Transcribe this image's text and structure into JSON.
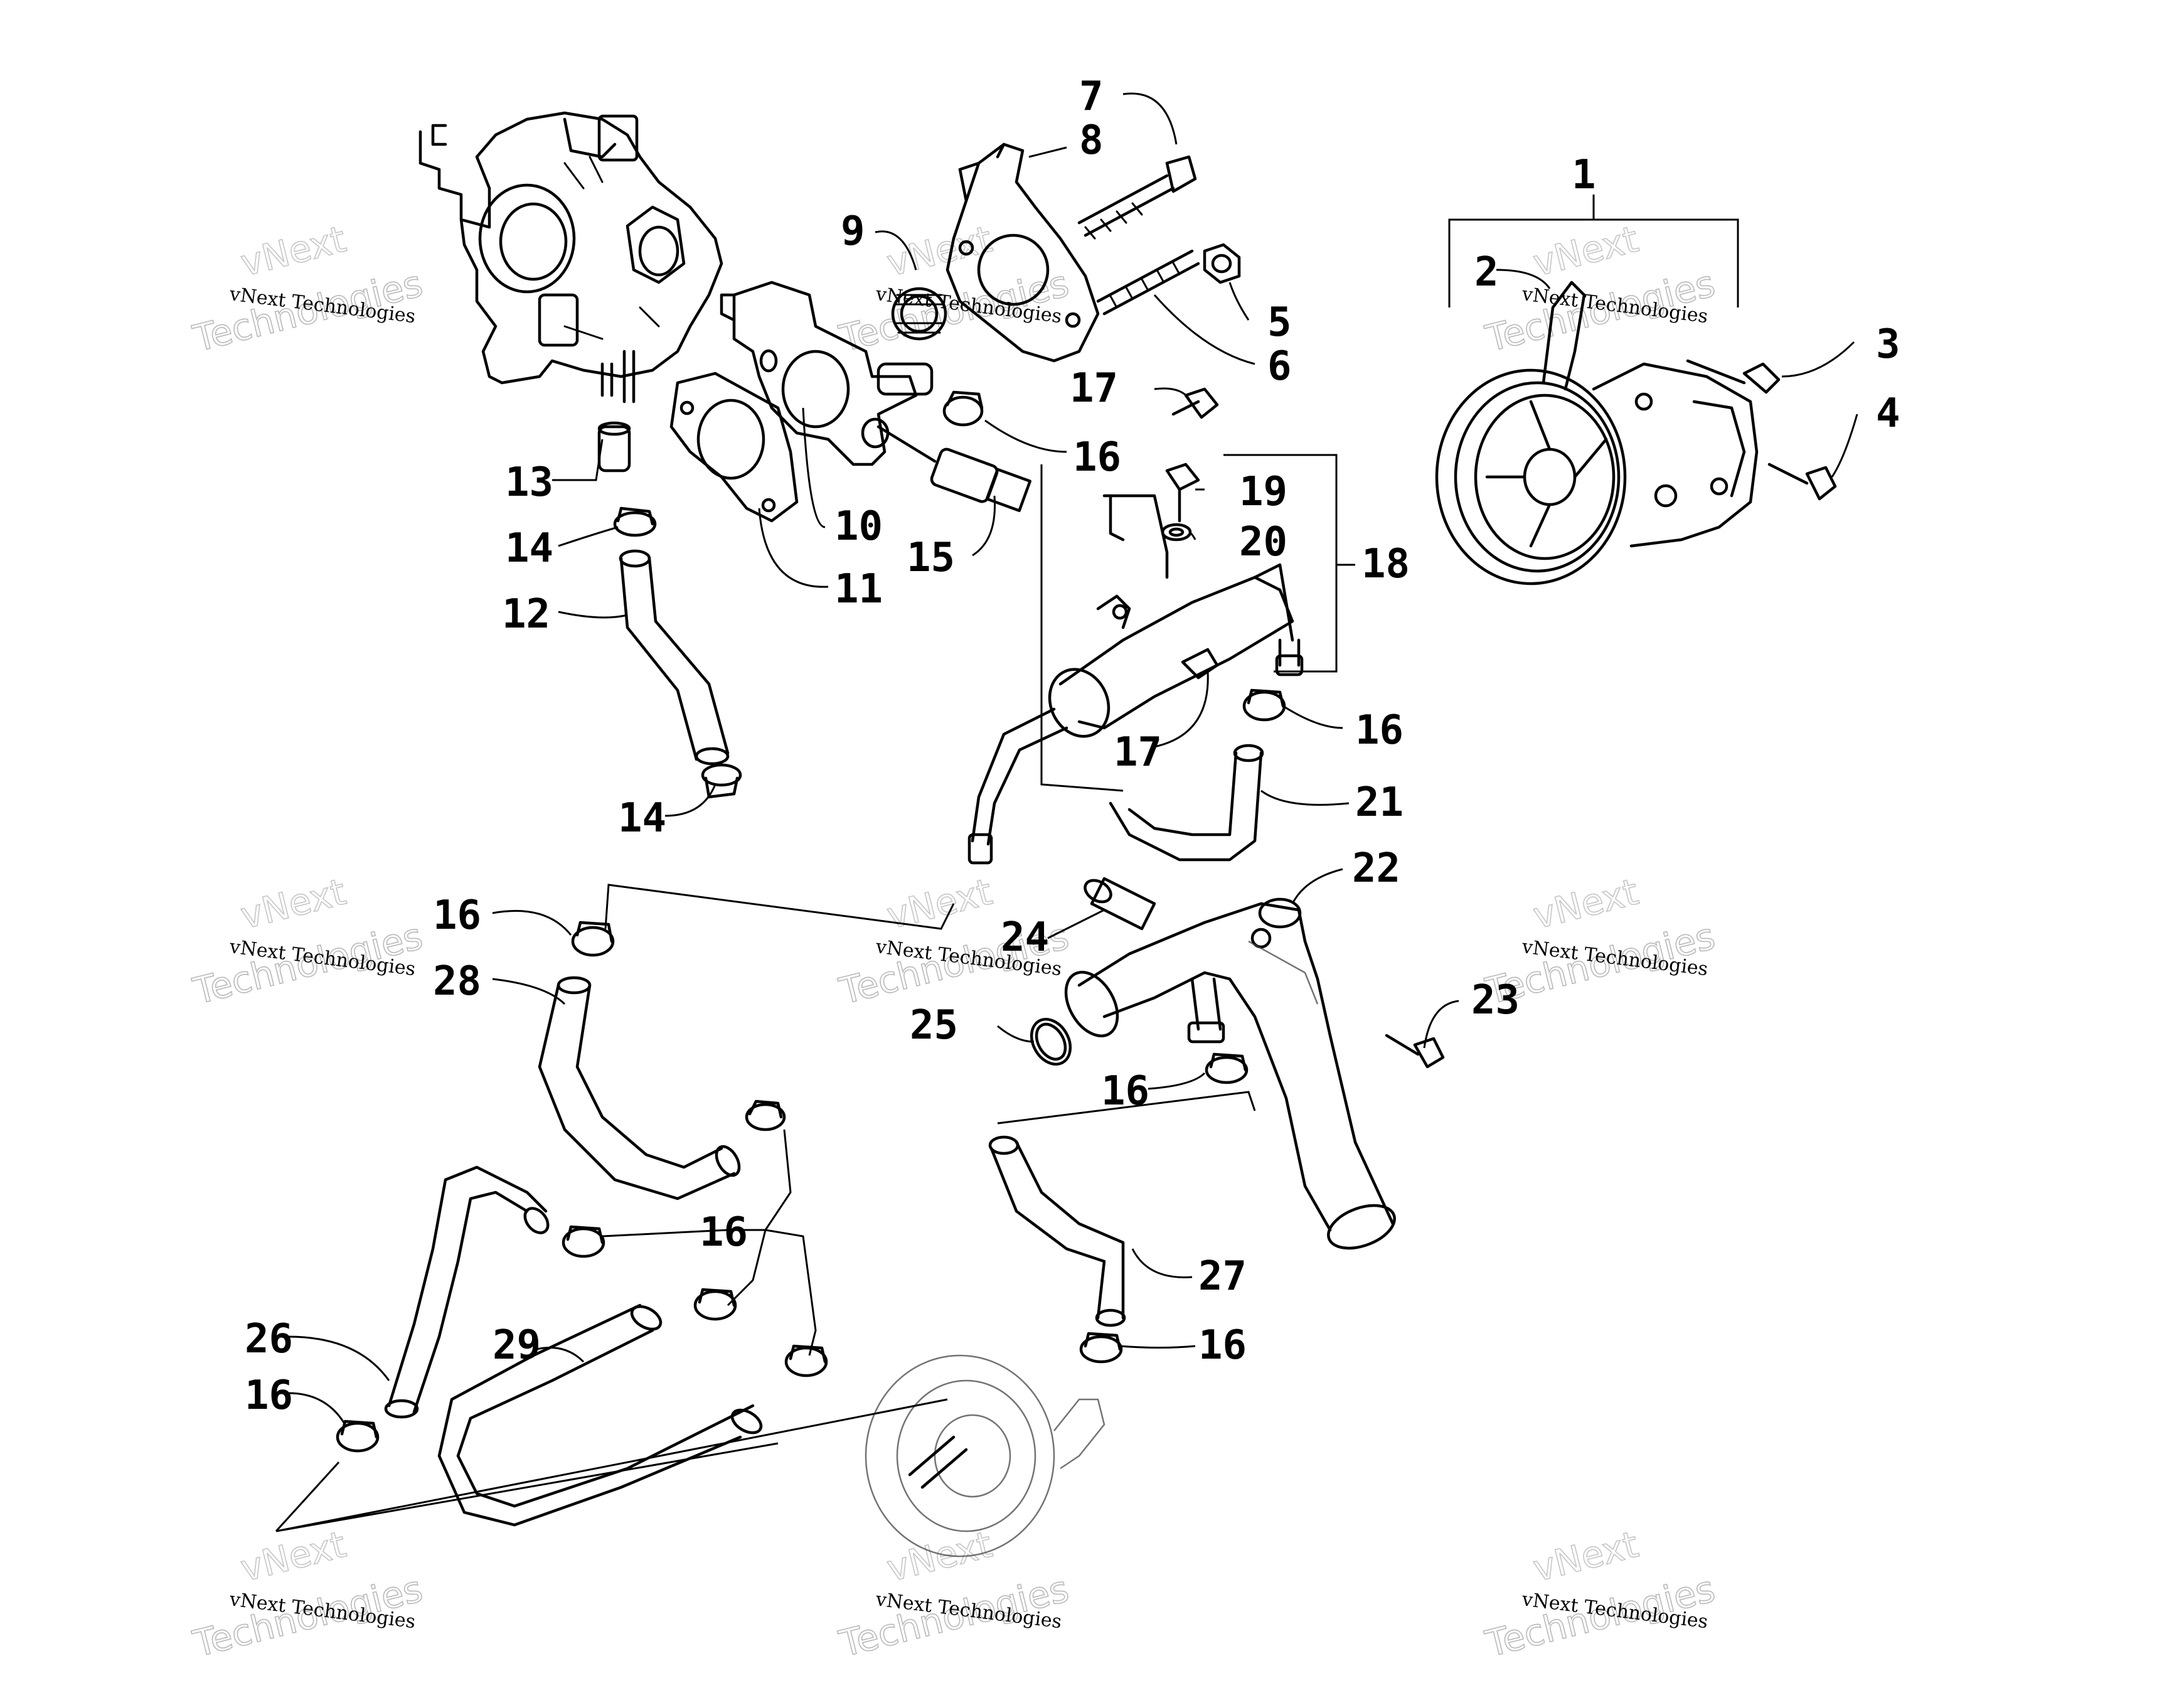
{
  "callouts": {
    "n1": "1",
    "n2": "2",
    "n3": "3",
    "n4": "4",
    "n5": "5",
    "n6": "6",
    "n7": "7",
    "n8": "8",
    "n9": "9",
    "n10": "10",
    "n11": "11",
    "n12": "12",
    "n13": "13",
    "n14a": "14",
    "n14b": "14",
    "n15": "15",
    "n16a": "16",
    "n16b": "16",
    "n16c": "16",
    "n16d": "16",
    "n16e": "16",
    "n16f": "16",
    "n16g": "16",
    "n17a": "17",
    "n17b": "17",
    "n18": "18",
    "n19": "19",
    "n20": "20",
    "n21": "21",
    "n22": "22",
    "n23": "23",
    "n24": "24",
    "n25": "25",
    "n26": "26",
    "n27": "27",
    "n28": "28",
    "n29": "29"
  },
  "watermark": {
    "line_small": "vNext Technologies",
    "line_large": "Technologies",
    "line_top": "vNext"
  }
}
